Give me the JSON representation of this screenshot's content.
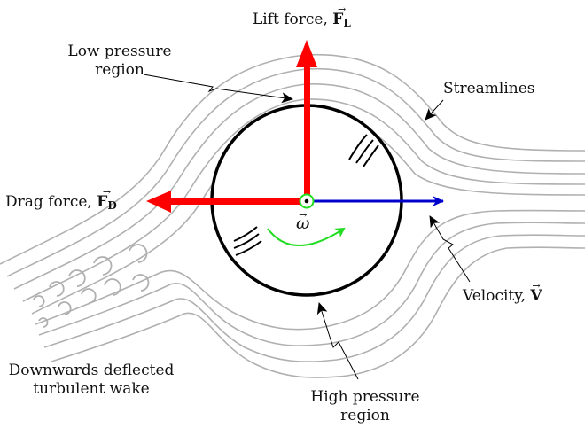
{
  "colors": {
    "lift_arrow": "#ff0000",
    "drag_arrow": "#ff0000",
    "velocity_arrow": "#0000cc",
    "rotation": "#22dd22",
    "streamline": "#b0b0b0",
    "wake": "#b0b0b0",
    "cylinder": "#000000",
    "pointer": "#000000"
  },
  "labels": {
    "lift": {
      "text": "Lift force, ",
      "symbol": "F",
      "subscript": "L",
      "arrow": "→"
    },
    "drag": {
      "text": "Drag force, ",
      "symbol": "F",
      "subscript": "D",
      "arrow": "→"
    },
    "velocity": {
      "text": "Velocity, ",
      "symbol": "V",
      "arrow": "→"
    },
    "omega": {
      "symbol": "ω",
      "arrow": "→"
    },
    "low_pressure": {
      "line1": "Low pressure",
      "line2": "region"
    },
    "high_pressure": {
      "line1": "High pressure",
      "line2": "region"
    },
    "streamlines": "Streamlines",
    "wake": {
      "line1": "Downwards deflected",
      "line2": "turbulent wake"
    }
  },
  "icons": {
    "rotation_axis": "dot-in-circle-icon",
    "rotation_direction": "curved-arrow-icon",
    "shading": "surface-hatch-icon"
  }
}
